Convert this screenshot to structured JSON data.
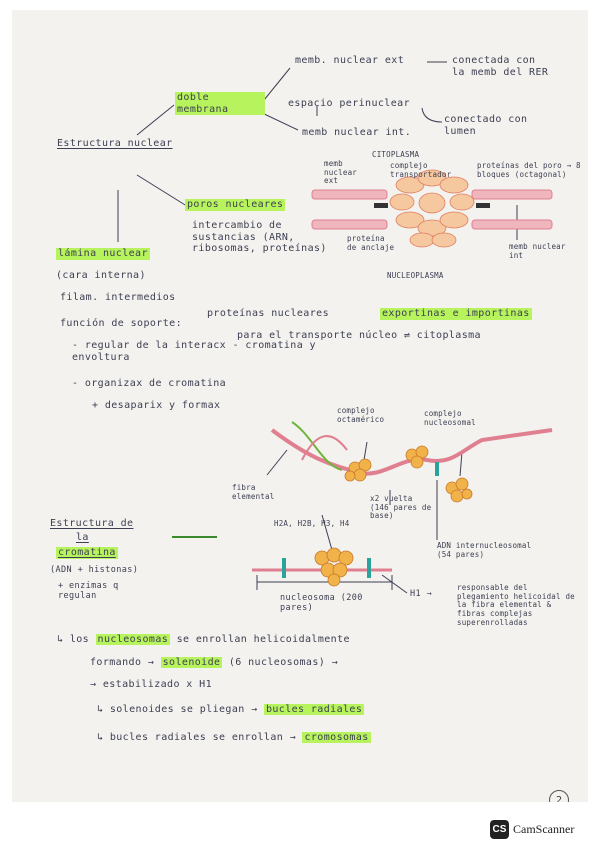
{
  "notes": {
    "estructura_nuclear": "Estructura nuclear",
    "doble_membrana": "doble membrana",
    "memb_ext": "memb. nuclear ext",
    "conectada": "conectada con la memb del RER",
    "espacio_perinuclear": "espacio perinuclear",
    "conectado_con_lumen": "conectado con lumen",
    "memb_int": "memb nuclear int.",
    "citoplasma": "CITOPLASMA",
    "memb_nuclear_ext_label": "memb nuclear ext",
    "complejo_transportador": "complejo transportador",
    "proteinas_del_poro": "proteínas del poro → 8 bloques (octagonal)",
    "poros_nucleares": "poros nucleares",
    "intercambio": "intercambio de sustancias (ARN, ribosomas, proteínas)",
    "proteina_de_anclaje": "proteína de anclaje",
    "memb_nuclear_int_label": "memb nuclear int",
    "nucleoplasma": "NUCLEOPLASMA",
    "lamina_nuclear": "lámina nuclear",
    "cara_interna": "(cara interna)",
    "filam_intermedios": "filam. intermedios",
    "proteinas_nucleares": "proteínas nucleares",
    "exportinas_importinas": "exportinas e importinas",
    "para_transporte": "para el transporte núcleo ⇌ citoplasma",
    "funcion_soporte": "función de soporte:",
    "regular_interacx": "- regular de la interacx - cromatina y envoltura",
    "organizax_cromatina": "- organizax de cromatina",
    "desaparix_formax": "+ desaparix y formax",
    "complejo_octamerico": "complejo octamérico",
    "complejo_nucleosomal": "complejo nucleosomal",
    "fibra_elemental": "fibra elemental",
    "x2_vuelta": "x2 vuelta (146 pares de base)",
    "histonas": "H2A, H2B, H3, H4",
    "estructura_cromatina_1": "Estructura de",
    "estructura_cromatina_2": "la",
    "estructura_cromatina_3": "cromatina",
    "adn_histonas": "(ADN + histonas)",
    "enzimas": "+ enzimas q regulan",
    "adn_internucleosomal": "ADN internucleosomal (54 pares)",
    "nucleosoma": "nucleosoma (200 pares)",
    "h1": "H1 →",
    "responsable": "responsable del plegamiento helicoidal de la fibra elemental & fibras complejas superenrolladas",
    "line1_a": "↳ los",
    "line1_hl": "nucleosomas",
    "line1_b": "se enrollan helicoidalmente",
    "line2_a": "formando →",
    "line2_hl": "solenoide",
    "line2_b": "(6 nucleosomas) →",
    "line3": "→ estabilizado x H1",
    "line4_a": "↳ solenoides se pliegan →",
    "line4_hl": "bucles radiales",
    "line5_a": "↳ bucles radiales se enrollan →",
    "line5_hl": "cromosomas",
    "page_number": "2"
  },
  "footer": {
    "badge": "CS",
    "brand": "CamScanner"
  },
  "colors": {
    "highlight": "#b6f35c",
    "ink": "#3d3f52",
    "membrane_pink": "#e89aa8",
    "nucleosome_orange": "#f1b24a"
  }
}
